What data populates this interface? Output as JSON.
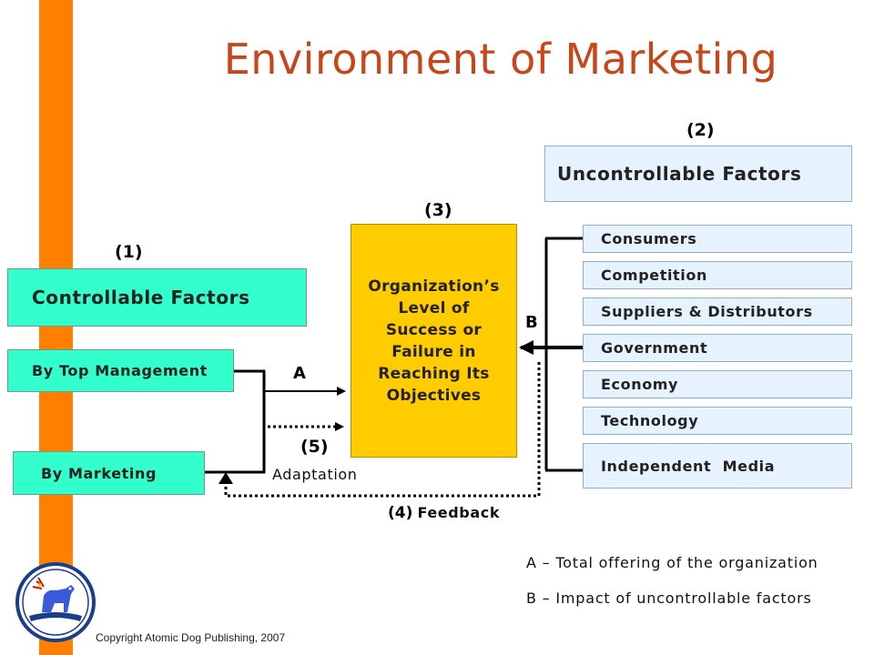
{
  "title": "Environment of Marketing",
  "numbers": {
    "n1": "(1)",
    "n2": "(2)",
    "n3": "(3)",
    "n4": "(4)",
    "n5": "(5)"
  },
  "controllable": {
    "header": "Controllable Factors",
    "items": [
      "By Top Management",
      "By Marketing"
    ]
  },
  "uncontrollable": {
    "header": "Uncontrollable Factors",
    "items": [
      "Consumers",
      "Competition",
      "Suppliers & Distributors",
      "Government",
      "Economy",
      "Technology",
      "Independent  Media"
    ]
  },
  "center": {
    "text": "Organization’s\nLevel of\nSuccess or\nFailure in\nReaching Its\nObjectives"
  },
  "labels": {
    "a": "A",
    "b": "B",
    "adaptation": "Adaptation",
    "feedback": "Feedback"
  },
  "legend": {
    "a": "A – Total offering of the organization",
    "b": "B – Impact of uncontrollable factors"
  },
  "copyright": "Copyright Atomic Dog Publishing, 2007",
  "colors": {
    "stripe": "#ff7f00",
    "title": "#c8461a",
    "green": "#33ffcc",
    "blue": "#e6f3ff",
    "center": "#ffcc00"
  }
}
